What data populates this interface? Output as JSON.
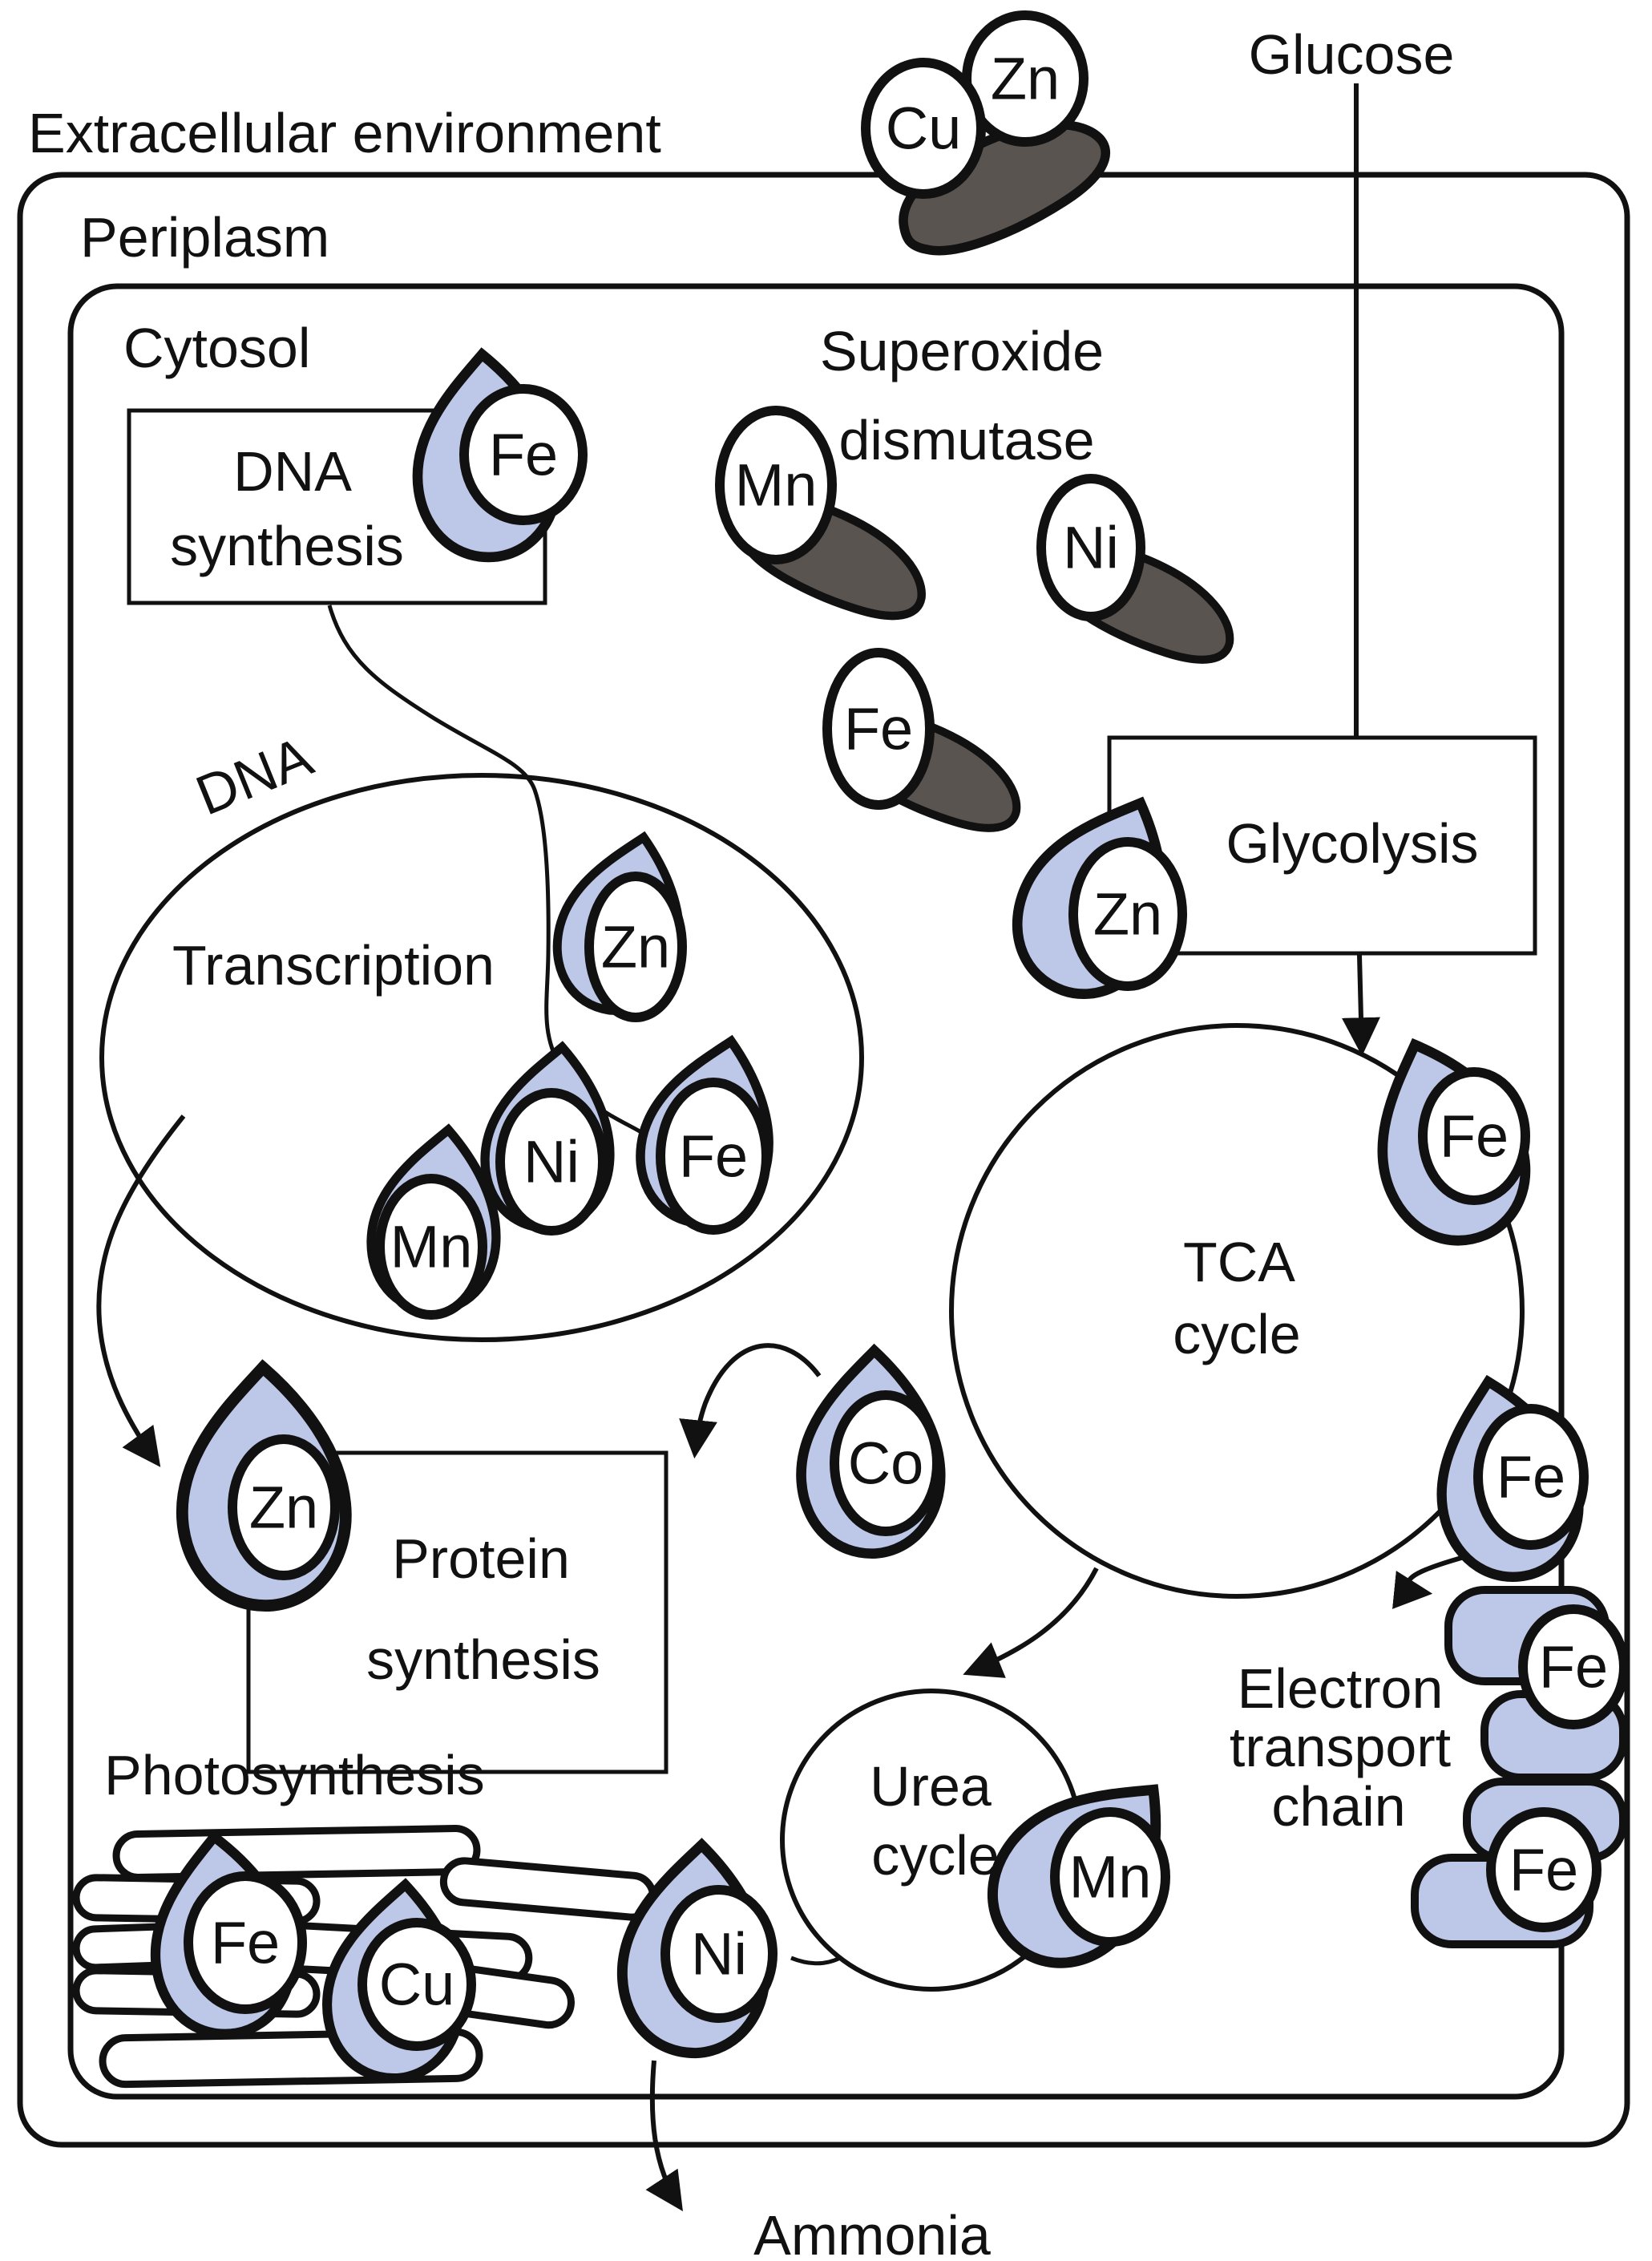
{
  "environment_label": "Extracellular environment",
  "compartments": {
    "periplasm": "Periplasm",
    "cytosol": "Cytosol"
  },
  "molecules": {
    "glucose": "Glucose",
    "ammonia": "Ammonia",
    "dna": "DNA"
  },
  "enzyme": {
    "line1": "Superoxide",
    "line2": "dismutase"
  },
  "processes": {
    "dna_synthesis": [
      "DNA",
      "synthesis"
    ],
    "transcription": "Transcription",
    "glycolysis": "Glycolysis",
    "protein_synthesis": [
      "Protein",
      "synthesis"
    ],
    "tca_cycle": [
      "TCA",
      "cycle"
    ],
    "urea_cycle": [
      "Urea",
      "cycle"
    ],
    "photosynthesis": "Photosynthesis",
    "electron_transport_chain": [
      "Electron",
      "transport",
      "chain"
    ]
  },
  "metals": {
    "extracellular_sod_cu": "Cu",
    "extracellular_sod_zn": "Zn",
    "dna_synthesis_fe": "Fe",
    "sod_mn": "Mn",
    "sod_ni": "Ni",
    "sod_fe": "Fe",
    "glycolysis_zn": "Zn",
    "transcription_zn": "Zn",
    "transcription_ni": "Ni",
    "transcription_fe": "Fe",
    "transcription_mn": "Mn",
    "protein_synthesis_zn": "Zn",
    "tca_co": "Co",
    "tca_fe_top": "Fe",
    "tca_fe_right": "Fe",
    "etc_fe_top": "Fe",
    "etc_fe_bottom": "Fe",
    "urea_mn": "Mn",
    "urea_ni": "Ni",
    "photosynthesis_fe": "Fe",
    "photosynthesis_cu": "Cu"
  },
  "colors": {
    "protein-blue": "#bdc8e8",
    "sod-dark": "#5a5450",
    "ink": "#111111"
  }
}
